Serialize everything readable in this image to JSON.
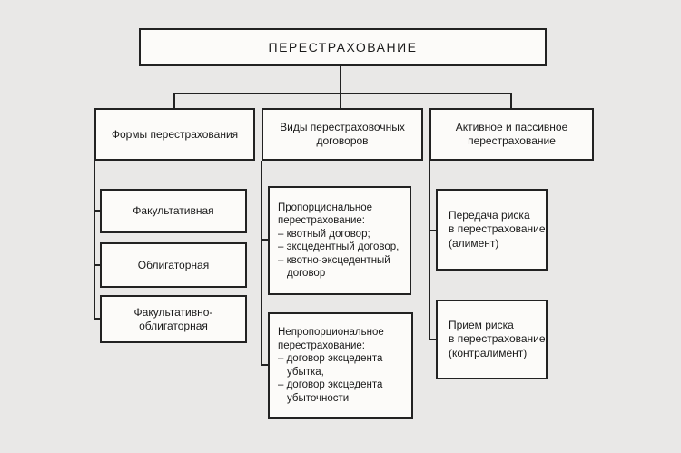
{
  "diagram": {
    "root_label": "ПЕРЕСТРАХОВАНИЕ",
    "colors": {
      "background": "#e9e8e7",
      "line": "#222222",
      "box_fill": "#fcfbf9",
      "text": "#1a1a1a"
    },
    "branches": [
      {
        "title_lines": [
          "Формы перестрахования"
        ],
        "children": [
          {
            "lines": [
              "Факультативная"
            ]
          },
          {
            "lines": [
              "Облигаторная"
            ]
          },
          {
            "lines": [
              "Факультативно-",
              "облигаторная"
            ]
          }
        ]
      },
      {
        "title_lines": [
          "Виды перестраховочных",
          "договоров"
        ],
        "children": [
          {
            "heading_lines": [
              "Пропорциональное",
              "перестрахование:"
            ],
            "items": [
              "– квотный договор;",
              "– эксцедентный договор,",
              "– квотно-эксцедентный договор"
            ]
          },
          {
            "heading_lines": [
              "Непропорциональное",
              "перестрахование:"
            ],
            "items": [
              "– договор эксцедента убытка,",
              "– договор эксцедента убыточности"
            ]
          }
        ]
      },
      {
        "title_lines": [
          "Активное и пассивное",
          "перестрахование"
        ],
        "children": [
          {
            "lines": [
              "Передача риска",
              "в перестрахование",
              "(алимент)"
            ]
          },
          {
            "lines": [
              "Прием риска",
              "в перестрахование",
              "(контралимент)"
            ]
          }
        ]
      }
    ]
  }
}
